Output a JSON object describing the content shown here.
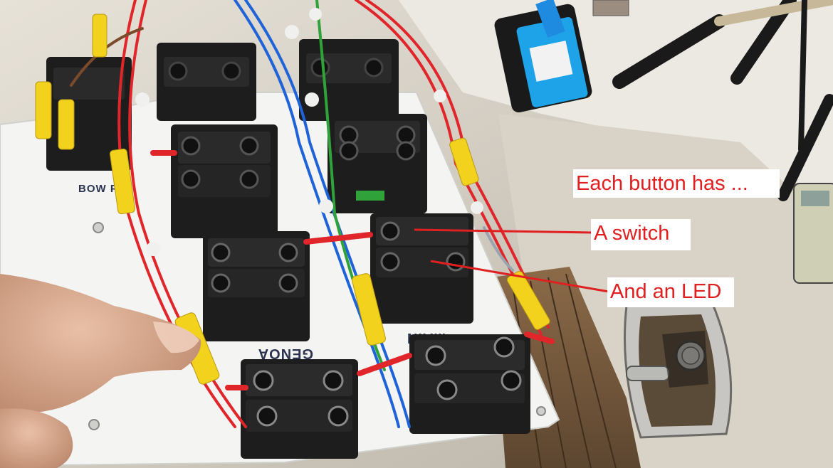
{
  "annotations": {
    "title": "Each button has ...",
    "switch_label": "A switch",
    "led_label": "And an LED"
  },
  "panel": {
    "labels": [
      "BOW P...",
      "GENOA",
      "MAIN"
    ]
  },
  "colors": {
    "annotation_text": "#e02020",
    "annotation_arrow": "#e02020",
    "annotation_box": "#ffffff",
    "panel": "#f4f4f2",
    "wire_red": "#e0262a",
    "wire_blue": "#1f63d8",
    "wire_green": "#2fa23a",
    "sleeve_yellow": "#f3d21e"
  }
}
